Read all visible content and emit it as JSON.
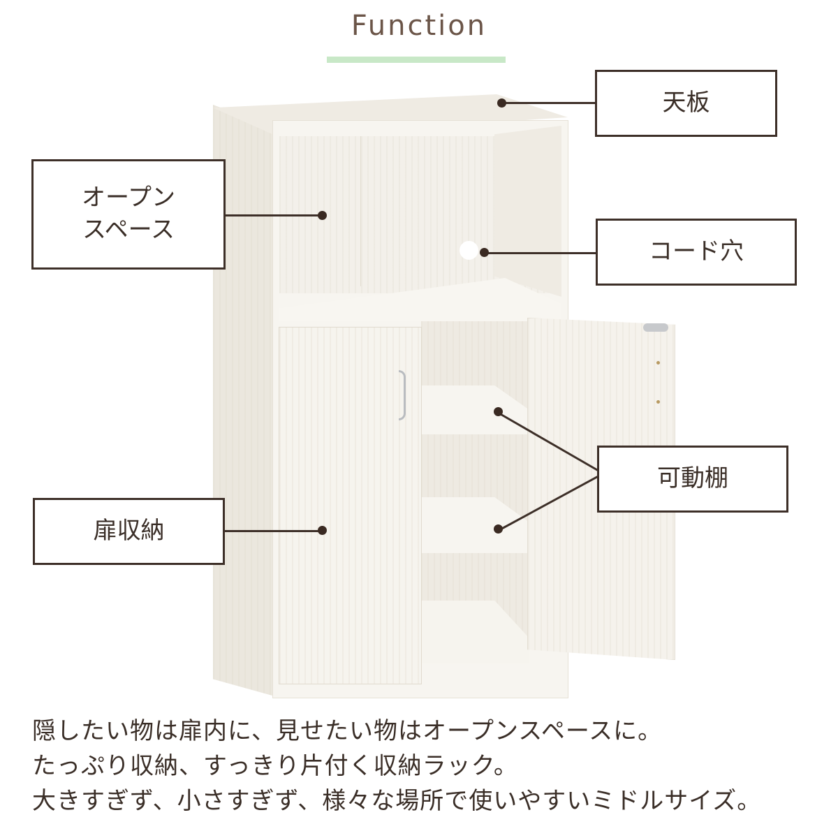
{
  "header": {
    "title": "Function",
    "underline_color": "#c8e8c7",
    "title_color": "#6b5548"
  },
  "callouts": [
    {
      "id": "top-board",
      "label": "天板"
    },
    {
      "id": "open-space",
      "label": "オープン\nスペース",
      "lines": [
        "オープン",
        "スペース"
      ]
    },
    {
      "id": "cord-hole",
      "label": "コード穴"
    },
    {
      "id": "adjustable-shelf",
      "label": "可動棚"
    },
    {
      "id": "door-storage",
      "label": "扉収納"
    }
  ],
  "description": {
    "lines": [
      "隠したい物は扉内に、見せたい物はオープンスペースに。",
      "たっぷり収納、すっきり片付く収納ラック。",
      "大きすぎず、小さすぎず、様々な場所で使いやすいミドルサイズ。"
    ]
  },
  "colors": {
    "line": "#3d2f28",
    "text": "#3a2e27",
    "cabinet": "#f2efe8"
  }
}
